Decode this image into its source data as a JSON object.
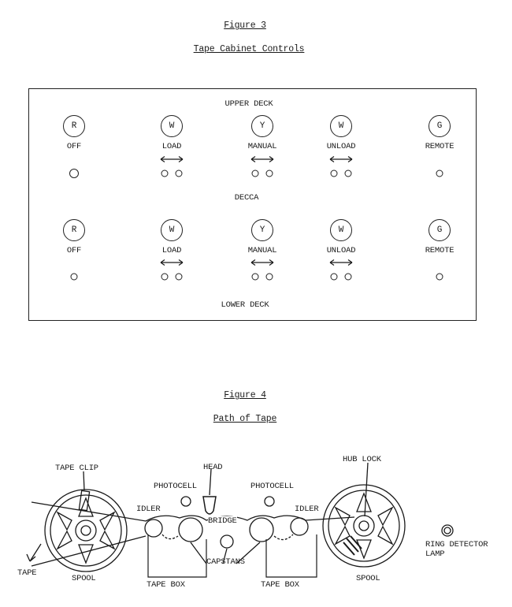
{
  "figure3": {
    "number": "Figure 3",
    "title": "Tape Cabinet Controls",
    "upper_deck_label": "UPPER DECK",
    "center_label": "DECCA",
    "lower_deck_label": "LOWER DECK",
    "upper_controls": [
      {
        "letter": "R",
        "label": "OFF",
        "arrow": false,
        "holes": 1
      },
      {
        "letter": "W",
        "label": "LOAD",
        "arrow": true,
        "holes": 2
      },
      {
        "letter": "Y",
        "label": "MANUAL",
        "arrow": true,
        "holes": 2
      },
      {
        "letter": "W",
        "label": "UNLOAD",
        "arrow": true,
        "holes": 2
      },
      {
        "letter": "G",
        "label": "REMOTE",
        "arrow": false,
        "holes": 1
      }
    ],
    "lower_controls": [
      {
        "letter": "R",
        "label": "OFF",
        "arrow": false,
        "holes": 1
      },
      {
        "letter": "W",
        "label": "LOAD",
        "arrow": true,
        "holes": 2
      },
      {
        "letter": "Y",
        "label": "MANUAL",
        "arrow": true,
        "holes": 2
      },
      {
        "letter": "W",
        "label": "UNLOAD",
        "arrow": true,
        "holes": 2
      },
      {
        "letter": "G",
        "label": "REMOTE",
        "arrow": false,
        "holes": 1
      }
    ]
  },
  "figure4": {
    "number": "Figure 4",
    "title": "Path of Tape",
    "labels": {
      "tape_clip": "TAPE CLIP",
      "head": "HEAD",
      "photocell_left": "PHOTOCELL",
      "photocell_right": "PHOTOCELL",
      "hub_lock": "HUB LOCK",
      "idler_left": "IDLER",
      "idler_right": "IDLER",
      "bridge": "BRIDGE",
      "capstans": "CAPSTANS",
      "tape": "TAPE",
      "spool_left": "SPOOL",
      "spool_right": "SPOOL",
      "tape_box_left": "TAPE BOX",
      "tape_box_right": "TAPE BOX",
      "ring_detector_line1": "RING DETECTOR",
      "ring_detector_line2": "LAMP"
    }
  }
}
